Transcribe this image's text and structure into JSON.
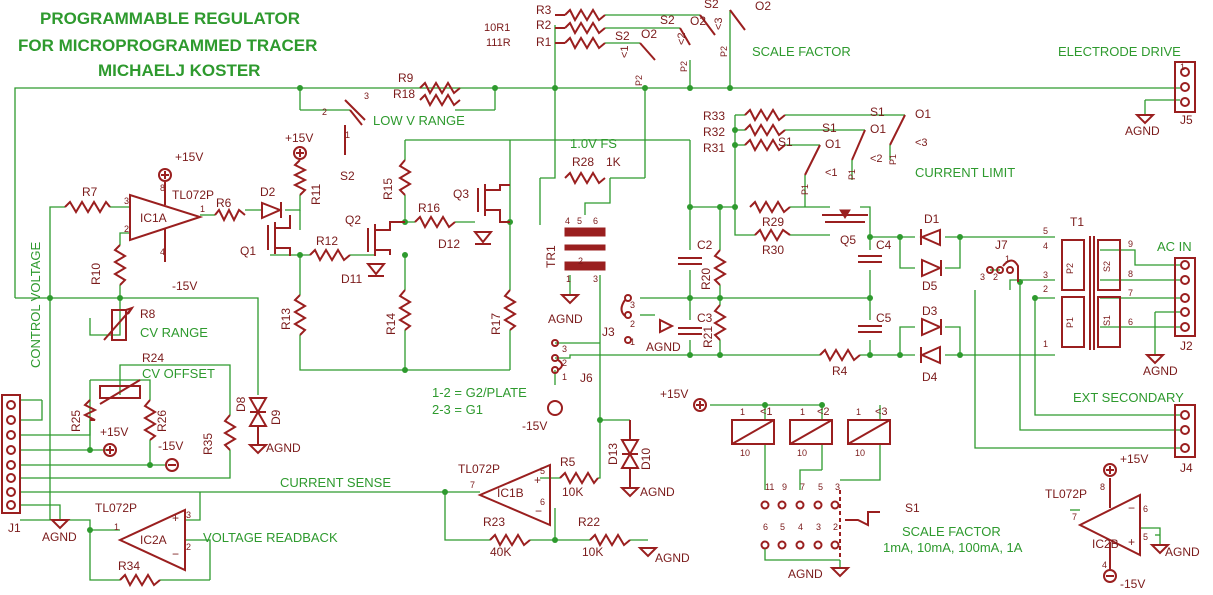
{
  "title": [
    "PROGRAMMABLE REGULATOR",
    "FOR MICROPROGRAMMED TRACER",
    "MICHAELJ KOSTER"
  ],
  "nets": {
    "control_voltage": "CONTROL VOLTAGE",
    "current_sense": "CURRENT SENSE",
    "voltage_readback": "VOLTAGE READBACK",
    "scale_factor": "SCALE FACTOR",
    "electrode_drive": "ELECTRODE DRIVE",
    "low_v_range": "LOW V RANGE",
    "current_limit": "CURRENT LIMIT",
    "ac_in": "AC IN",
    "ext_secondary": "EXT SECONDARY",
    "cv_range": "CV RANGE",
    "cv_offset": "CV OFFSET",
    "fs": "1.0V FS",
    "j6_note1": "1-2 = G2/PLATE",
    "j6_note2": "2-3 = G1",
    "s1_title": "SCALE FACTOR",
    "s1_values": "1mA, 10mA, 100mA, 1A"
  },
  "power": {
    "p15": "+15V",
    "m15": "-15V",
    "agnd": "AGND"
  },
  "opamps": {
    "ic1a": "IC1A",
    "ic1b": "IC1B",
    "ic2a": "IC2A",
    "ic2b": "IC2B",
    "part": "TL072P"
  },
  "resistors": {
    "r1": "R1",
    "r2": "R2",
    "r3": "R3",
    "r1v": "111R",
    "r2v": "10R1",
    "r4": "R4",
    "r5": "R5",
    "r5v": "10K",
    "r6": "R6",
    "r7": "R7",
    "r8": "R8",
    "r9": "R9",
    "r10": "R10",
    "r11": "R11",
    "r12": "R12",
    "r13": "R13",
    "r14": "R14",
    "r15": "R15",
    "r16": "R16",
    "r17": "R17",
    "r18": "R18",
    "r20": "R20",
    "r21": "R21",
    "r22": "R22",
    "r22v": "10K",
    "r23": "R23",
    "r23v": "40K",
    "r24": "R24",
    "r25": "R25",
    "r26": "R26",
    "r28": "R28",
    "r28v": "1K",
    "r29": "R29",
    "r30": "R30",
    "r31": "R31",
    "r32": "R32",
    "r33": "R33",
    "r34": "R34",
    "r35": "R35"
  },
  "semis": {
    "d1": "D1",
    "d2": "D2",
    "d3": "D3",
    "d4": "D4",
    "d5": "D5",
    "d8": "D8",
    "d9": "D9",
    "d10": "D10",
    "d11": "D11",
    "d12": "D12",
    "d13": "D13",
    "q1": "Q1",
    "q2": "Q2",
    "q3": "Q3",
    "q5": "Q5"
  },
  "misc": {
    "c2": "C2",
    "c3": "C3",
    "c4": "C4",
    "c5": "C5",
    "tr1": "TR1",
    "t1": "T1",
    "j1": "J1",
    "j2": "J2",
    "j3": "J3",
    "j4": "J4",
    "j5": "J5",
    "j6": "J6",
    "j7": "J7",
    "s1": "S1",
    "s2": "S2",
    "p1": "P1",
    "p2": "P2",
    "sw_s1": "S1",
    "sw_s2": "S2",
    "sw_o1": "O1",
    "sw_o2": "O2",
    "sw_k1": "<1",
    "sw_k2": "<2",
    "sw_k3": "<3"
  }
}
